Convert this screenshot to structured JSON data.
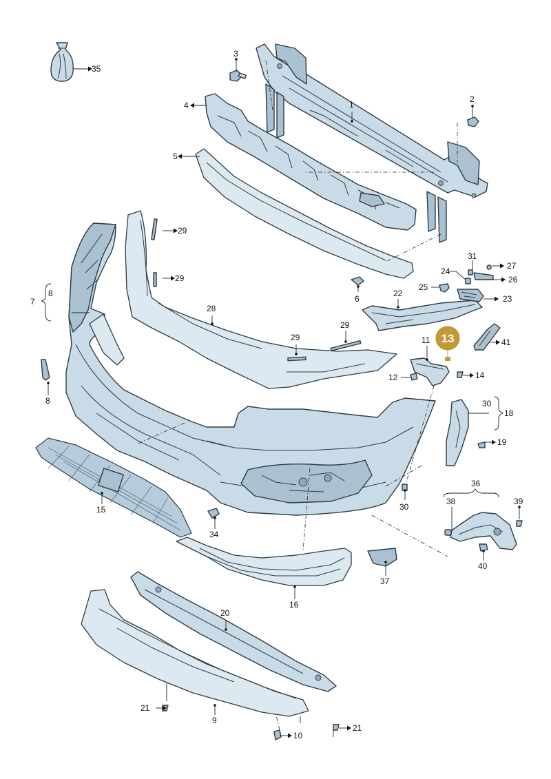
{
  "highlight": {
    "label": "13",
    "color": "#c29a35"
  },
  "colors": {
    "part_fill": "#c9dbe6",
    "outline": "#2f3a44"
  },
  "labels": {
    "p1": "1",
    "p2": "2",
    "p3": "3",
    "p4": "4",
    "p5": "5",
    "p6": "6",
    "p7": "7",
    "p8a": "8",
    "p8b": "8",
    "p9": "9",
    "p10": "10",
    "p11": "11",
    "p12": "12",
    "p14": "14",
    "p15": "15",
    "p16": "16",
    "p18": "18",
    "p19": "19",
    "p20": "20",
    "p21a": "21",
    "p21b": "21",
    "p22": "22",
    "p23": "23",
    "p24": "24",
    "p25": "25",
    "p26": "26",
    "p27": "27",
    "p28": "28",
    "p29a": "29",
    "p29b": "29",
    "p29c": "29",
    "p29d": "29",
    "p30a": "30",
    "p30b": "30",
    "p31": "31",
    "p34": "34",
    "p35": "35",
    "p36": "36",
    "p37": "37",
    "p38": "38",
    "p39": "39",
    "p40": "40",
    "p41": "41"
  }
}
